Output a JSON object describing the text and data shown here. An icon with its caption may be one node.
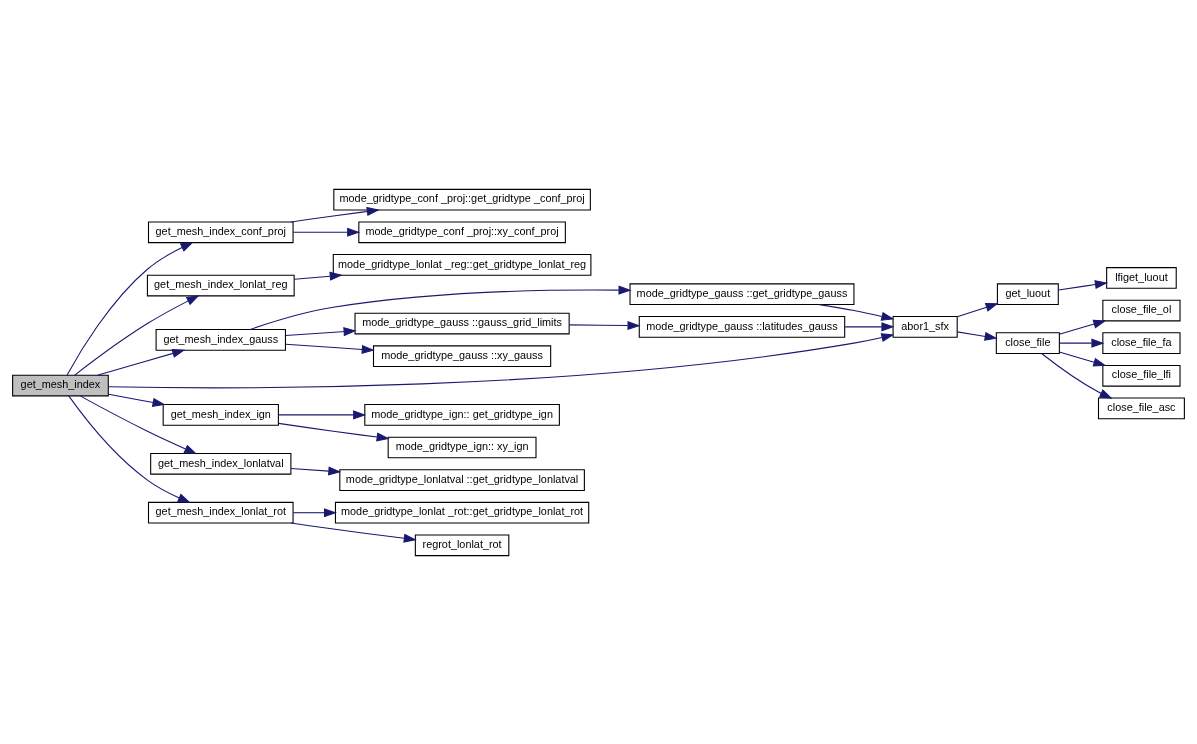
{
  "diagram": {
    "nodes": [
      {
        "text": [
          "get_mesh_index"
        ]
      },
      {
        "text": [
          "get_mesh_index_conf_proj"
        ]
      },
      {
        "text": [
          "mode_gridtype_conf _proj::get_gridtype _conf_proj"
        ]
      },
      {
        "text": [
          "mode_gridtype_conf _proj::xy_conf_proj"
        ]
      },
      {
        "text": [
          "get_mesh_index_lonlat_reg"
        ]
      },
      {
        "text": [
          "mode_gridtype_lonlat _reg::get_gridtype_lonlat_reg"
        ]
      },
      {
        "text": [
          "get_mesh_index_gauss"
        ]
      },
      {
        "text": [
          "mode_gridtype_gauss ::get_gridtype_gauss"
        ]
      },
      {
        "text": [
          "mode_gridtype_gauss ::gauss_grid_limits"
        ]
      },
      {
        "text": [
          "mode_gridtype_gauss ::latitudes_gauss"
        ]
      },
      {
        "text": [
          "mode_gridtype_gauss ::xy_gauss"
        ]
      },
      {
        "text": [
          "abor1_sfx"
        ]
      },
      {
        "text": [
          "get_luout"
        ]
      },
      {
        "text": [
          "lfiget_luout"
        ]
      },
      {
        "text": [
          "close_file"
        ]
      },
      {
        "text": [
          "close_file_ol"
        ]
      },
      {
        "text": [
          "close_file_fa"
        ]
      },
      {
        "text": [
          "close_file_lfi"
        ]
      },
      {
        "text": [
          "close_file_asc"
        ]
      },
      {
        "text": [
          "get_mesh_index_ign"
        ]
      },
      {
        "text": [
          "mode_gridtype_ign:: get_gridtype_ign"
        ]
      },
      {
        "text": [
          "mode_gridtype_ign:: xy_ign"
        ]
      },
      {
        "text": [
          "get_mesh_index_lonlatval"
        ]
      },
      {
        "text": [
          "mode_gridtype_lonlatval ::get_gridtype_lonlatval"
        ]
      },
      {
        "text": [
          "get_mesh_index_lonlat_rot"
        ]
      },
      {
        "text": [
          "mode_gridtype_lonlat _rot::get_gridtype_lonlat_rot"
        ]
      },
      {
        "text": [
          "regrot_lonlat_rot"
        ]
      }
    ],
    "edges": [
      {
        "from": 0,
        "to": 1,
        "arrow": "to"
      },
      {
        "from": 0,
        "to": 4,
        "arrow": "to"
      },
      {
        "from": 0,
        "to": 6,
        "arrow": "to"
      },
      {
        "from": 0,
        "to": 11,
        "arrow": "to"
      },
      {
        "from": 0,
        "to": 19,
        "arrow": "to"
      },
      {
        "from": 0,
        "to": 22,
        "arrow": "to"
      },
      {
        "from": 0,
        "to": 24,
        "arrow": "to"
      },
      {
        "from": 1,
        "to": 2,
        "arrow": "to"
      },
      {
        "from": 1,
        "to": 3,
        "arrow": "to"
      },
      {
        "from": 4,
        "to": 5,
        "arrow": "to"
      },
      {
        "from": 6,
        "to": 7,
        "arrow": "to"
      },
      {
        "from": 6,
        "to": 8,
        "arrow": "to"
      },
      {
        "from": 6,
        "to": 10,
        "arrow": "to"
      },
      {
        "from": 7,
        "to": 11,
        "arrow": "to"
      },
      {
        "from": 8,
        "to": 9,
        "arrow": "to"
      },
      {
        "from": 9,
        "to": 11,
        "arrow": "to"
      },
      {
        "from": 11,
        "to": 12,
        "arrow": "to"
      },
      {
        "from": 11,
        "to": 14,
        "arrow": "to"
      },
      {
        "from": 12,
        "to": 13,
        "arrow": "to"
      },
      {
        "from": 14,
        "to": 15,
        "arrow": "to"
      },
      {
        "from": 14,
        "to": 16,
        "arrow": "to"
      },
      {
        "from": 14,
        "to": 17,
        "arrow": "to"
      },
      {
        "from": 14,
        "to": 18,
        "arrow": "to"
      },
      {
        "from": 19,
        "to": 20,
        "arrow": "to"
      },
      {
        "from": 19,
        "to": 21,
        "arrow": "to"
      },
      {
        "from": 22,
        "to": 23,
        "arrow": "to"
      },
      {
        "from": 24,
        "to": 25,
        "arrow": "to"
      },
      {
        "from": 24,
        "to": 26,
        "arrow": "to"
      }
    ]
  }
}
